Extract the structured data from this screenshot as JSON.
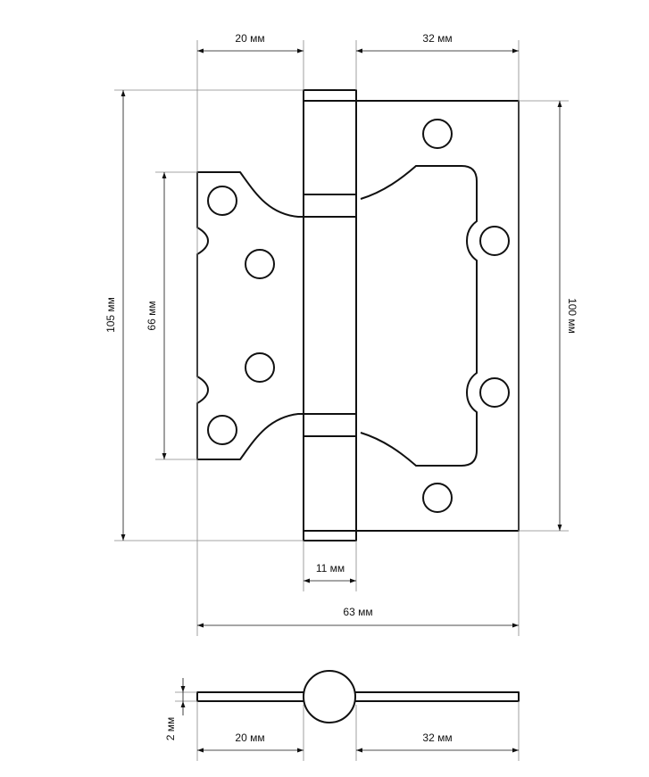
{
  "front_view": {
    "dim_top_left": "20 мм",
    "dim_top_right": "32 мм",
    "dim_left_outer": "105 мм",
    "dim_left_inner": "66 мм",
    "dim_right": "100 мм",
    "dim_knuckle": "11 мм",
    "dim_total": "63 мм"
  },
  "side_view": {
    "dim_thickness": "2 мм",
    "dim_left": "20 мм",
    "dim_right": "32 мм"
  },
  "colors": {
    "line": "#111111",
    "extension": "#888888",
    "background": "#ffffff"
  }
}
